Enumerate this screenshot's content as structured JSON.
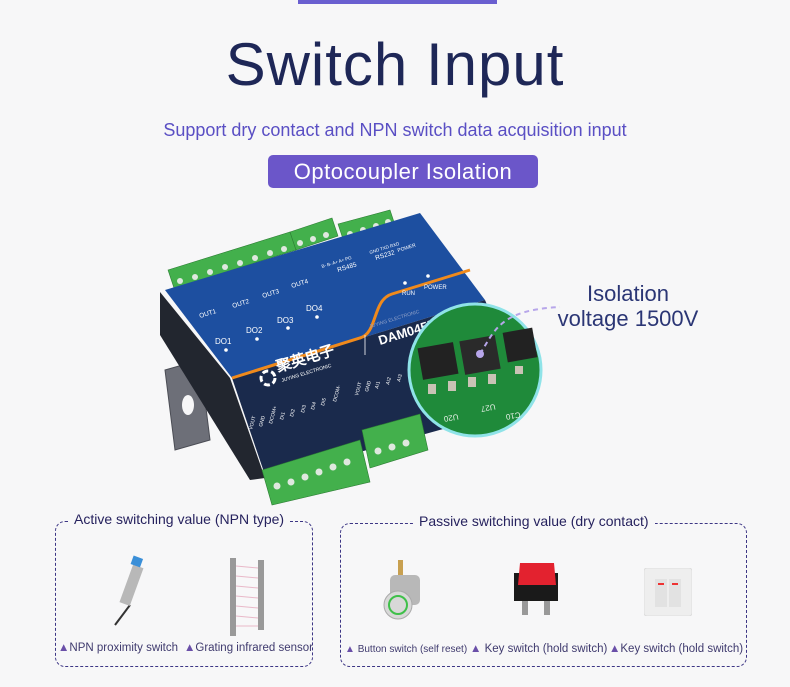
{
  "header": {
    "title": "Switch Input",
    "subtitle": "Support dry contact and NPN switch data acquisition input",
    "badge": "Optocoupler  Isolation"
  },
  "callout": {
    "line1": "Isolation",
    "line2": "voltage 1500V"
  },
  "device": {
    "model": "DAM0455-MT",
    "brand_cn": "聚英电子",
    "brand_en": "JUYING ELECTRONIC",
    "brand_top": "JUYING ELECTRONIC",
    "outputs": [
      "OUT1",
      "OUT2",
      "OUT3",
      "OUT4"
    ],
    "do": [
      "DO1",
      "DO2",
      "DO3",
      "DO4"
    ],
    "leds": [
      "RUN",
      "POWER"
    ],
    "ports": [
      "RS485",
      "RS232",
      "POWER"
    ],
    "rs485_pins": "B-  B-  A+  A+  PG",
    "rs232_pins": "GND TXD RXD",
    "terminals": [
      "VOUT",
      "GND",
      "DCOM+",
      "DI1",
      "DI2",
      "DI3",
      "DI4",
      "DI5",
      "DCOM-"
    ],
    "terminals2": [
      "VOUT",
      "GND",
      "AI1",
      "AI2",
      "AI3"
    ],
    "pcb_labels": [
      "U20",
      "U27",
      "C10"
    ]
  },
  "active": {
    "title": "Active switching value (NPN type)",
    "items": [
      {
        "label": "NPN proximity switch"
      },
      {
        "label": "Grating infrared sensor"
      }
    ]
  },
  "passive": {
    "title": "Passive switching value (dry contact)",
    "items": [
      {
        "label": "Button switch (self reset)"
      },
      {
        "label": "Key switch (hold switch)"
      },
      {
        "label": "Key switch (hold switch)"
      }
    ]
  },
  "marker": "▲",
  "colors": {
    "accent": "#6b56c9",
    "title": "#1e2757",
    "device_blue": "#1d4fa0",
    "device_navy": "#1a2a4c",
    "terminal_green": "#3fae4a",
    "stripe": "#f08a1c"
  }
}
